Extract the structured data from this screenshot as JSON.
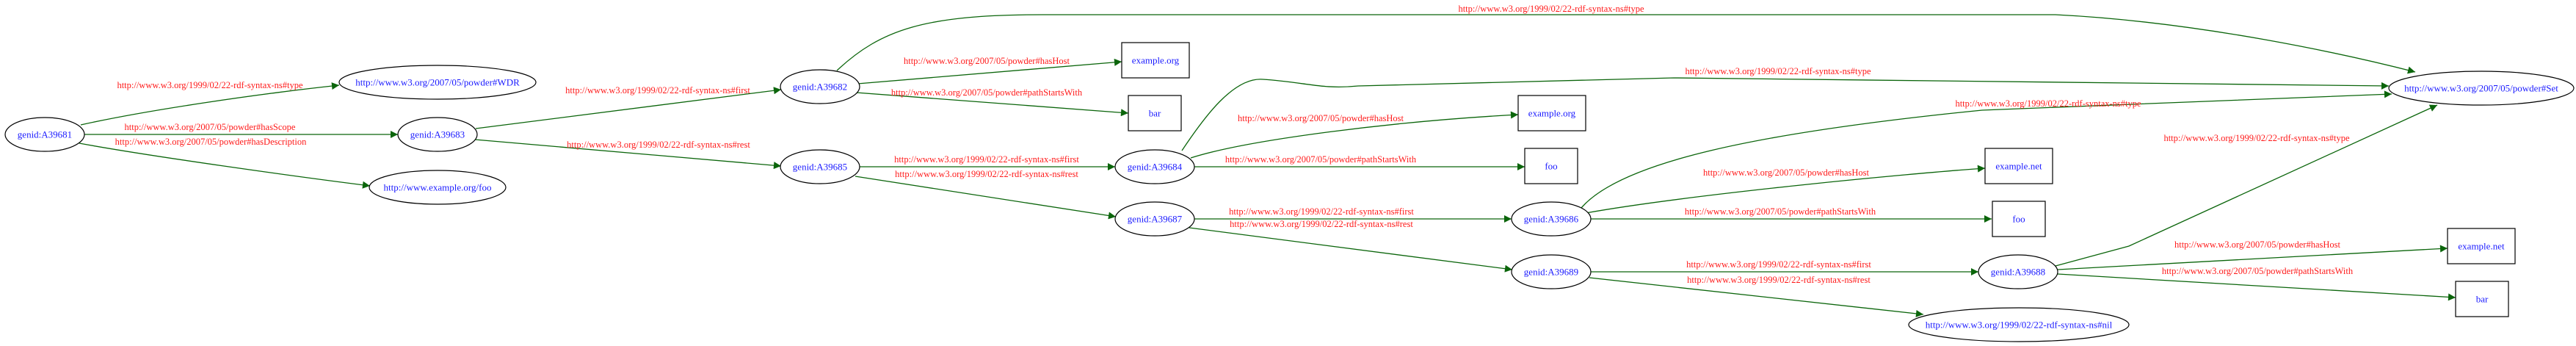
{
  "colors": {
    "node_text": "#1a1aff",
    "edge_label": "#ff1a1a",
    "edge": "#0b650b",
    "node_outline": "#000000"
  },
  "nodes": [
    {
      "label": "genid:A39681",
      "shape": "ellipse"
    },
    {
      "label": "http://www.w3.org/2007/05/powder#WDR",
      "shape": "ellipse"
    },
    {
      "label": "genid:A39683",
      "shape": "ellipse"
    },
    {
      "label": "http://www.example.org/foo",
      "shape": "ellipse"
    },
    {
      "label": "genid:A39682",
      "shape": "ellipse"
    },
    {
      "label": "example.org",
      "shape": "box"
    },
    {
      "label": "bar",
      "shape": "box"
    },
    {
      "label": "genid:A39685",
      "shape": "ellipse"
    },
    {
      "label": "genid:A39684",
      "shape": "ellipse"
    },
    {
      "label": "genid:A39687",
      "shape": "ellipse"
    },
    {
      "label": "example.org",
      "shape": "box"
    },
    {
      "label": "foo",
      "shape": "box"
    },
    {
      "label": "genid:A39686",
      "shape": "ellipse"
    },
    {
      "label": "genid:A39689",
      "shape": "ellipse"
    },
    {
      "label": "example.net",
      "shape": "box"
    },
    {
      "label": "foo",
      "shape": "box"
    },
    {
      "label": "genid:A39688",
      "shape": "ellipse"
    },
    {
      "label": "http://www.w3.org/2007/05/powder#Set",
      "shape": "ellipse"
    },
    {
      "label": "http://www.w3.org/1999/02/22-rdf-syntax-ns#nil",
      "shape": "ellipse"
    },
    {
      "label": "example.net",
      "shape": "box"
    },
    {
      "label": "bar",
      "shape": "box"
    }
  ],
  "edges": [
    {
      "from": "genid:A39681",
      "to": "http://www.w3.org/2007/05/powder#WDR",
      "label": "http://www.w3.org/1999/02/22-rdf-syntax-ns#type"
    },
    {
      "from": "genid:A39681",
      "to": "genid:A39683",
      "label": "http://www.w3.org/2007/05/powder#hasScope"
    },
    {
      "from": "genid:A39681",
      "to": "http://www.example.org/foo",
      "label": "http://www.w3.org/2007/05/powder#hasDescription"
    },
    {
      "from": "genid:A39683",
      "to": "genid:A39682",
      "label": "http://www.w3.org/1999/02/22-rdf-syntax-ns#first"
    },
    {
      "from": "genid:A39683",
      "to": "genid:A39685",
      "label": "http://www.w3.org/1999/02/22-rdf-syntax-ns#rest"
    },
    {
      "from": "genid:A39682",
      "to": "http://www.w3.org/2007/05/powder#Set",
      "label": "http://www.w3.org/1999/02/22-rdf-syntax-ns#type"
    },
    {
      "from": "genid:A39682",
      "to": "example.org",
      "label": "http://www.w3.org/2007/05/powder#hasHost"
    },
    {
      "from": "genid:A39682",
      "to": "bar",
      "label": "http://www.w3.org/2007/05/powder#pathStartsWith"
    },
    {
      "from": "genid:A39685",
      "to": "genid:A39684",
      "label": "http://www.w3.org/1999/02/22-rdf-syntax-ns#first"
    },
    {
      "from": "genid:A39685",
      "to": "genid:A39687",
      "label": "http://www.w3.org/1999/02/22-rdf-syntax-ns#rest"
    },
    {
      "from": "genid:A39684",
      "to": "http://www.w3.org/2007/05/powder#Set",
      "label": "http://www.w3.org/1999/02/22-rdf-syntax-ns#type"
    },
    {
      "from": "genid:A39684",
      "to": "example.org",
      "label": "http://www.w3.org/2007/05/powder#hasHost"
    },
    {
      "from": "genid:A39684",
      "to": "foo",
      "label": "http://www.w3.org/2007/05/powder#pathStartsWith"
    },
    {
      "from": "genid:A39687",
      "to": "genid:A39686",
      "label": "http://www.w3.org/1999/02/22-rdf-syntax-ns#first"
    },
    {
      "from": "genid:A39687",
      "to": "genid:A39689",
      "label": "http://www.w3.org/1999/02/22-rdf-syntax-ns#rest"
    },
    {
      "from": "genid:A39686",
      "to": "http://www.w3.org/2007/05/powder#Set",
      "label": "http://www.w3.org/1999/02/22-rdf-syntax-ns#type"
    },
    {
      "from": "genid:A39686",
      "to": "example.net",
      "label": "http://www.w3.org/2007/05/powder#hasHost"
    },
    {
      "from": "genid:A39686",
      "to": "foo",
      "label": "http://www.w3.org/2007/05/powder#pathStartsWith"
    },
    {
      "from": "genid:A39689",
      "to": "genid:A39688",
      "label": "http://www.w3.org/1999/02/22-rdf-syntax-ns#first"
    },
    {
      "from": "genid:A39689",
      "to": "http://www.w3.org/1999/02/22-rdf-syntax-ns#nil",
      "label": "http://www.w3.org/1999/02/22-rdf-syntax-ns#rest"
    },
    {
      "from": "genid:A39688",
      "to": "http://www.w3.org/2007/05/powder#Set",
      "label": "http://www.w3.org/1999/02/22-rdf-syntax-ns#type"
    },
    {
      "from": "genid:A39688",
      "to": "example.net",
      "label": "http://www.w3.org/2007/05/powder#hasHost"
    },
    {
      "from": "genid:A39688",
      "to": "bar",
      "label": "http://www.w3.org/2007/05/powder#pathStartsWith"
    }
  ]
}
